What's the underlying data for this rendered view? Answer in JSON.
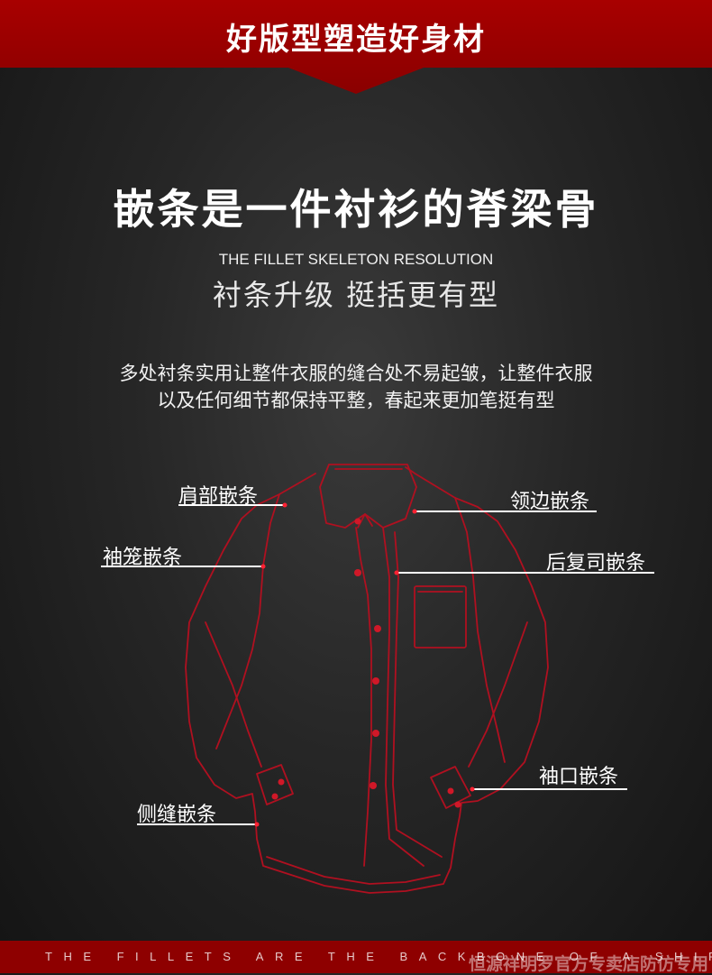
{
  "banner": {
    "title": "好版型塑造好身材"
  },
  "heading": {
    "title": "嵌条是一件衬衫的脊梁骨",
    "subtitle_en": "THE FILLET SKELETON RESOLUTION",
    "subtitle_cn": "衬条升级 挺括更有型"
  },
  "description": {
    "line1": "多处衬条实用让整件衣服的缝合处不易起皱，让整件衣服",
    "line2": "以及任何细节都保持平整，春起来更加笔挺有型"
  },
  "callouts": {
    "shoulder": "肩部嵌条",
    "collar": "领边嵌条",
    "sleeve": "袖笼嵌条",
    "back_yoke": "后复司嵌条",
    "cuff": "袖口嵌条",
    "side_seam": "侧缝嵌条"
  },
  "footer": {
    "tagline": "THE FILLETS ARE THE BACKBONE OF A SHIRT",
    "watermark": "恒源祥明罗官方专卖店防仿专用"
  },
  "colors": {
    "banner_red": "#9a0000",
    "accent_red": "#c8102e",
    "line_white": "#ffffff"
  }
}
